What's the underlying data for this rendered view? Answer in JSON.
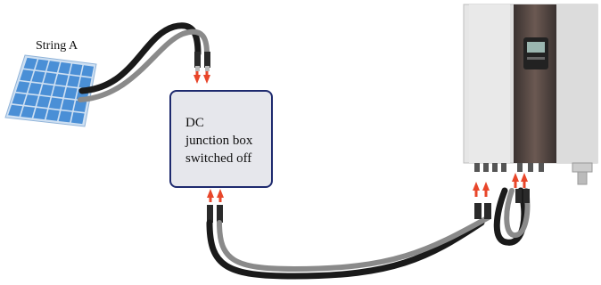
{
  "diagram": {
    "string_label": "String A",
    "junction_box": {
      "line1": "DC",
      "line2": "junction box",
      "line3": "switched off"
    },
    "colors": {
      "panel_cell": "#4a8fd6",
      "panel_frame": "#cfe0f2",
      "box_border": "#1e2a6e",
      "box_fill": "#e6e7ec",
      "arrow": "#e8462a",
      "cable_dark": "#1a1a1a",
      "cable_grey": "#8a8a8a",
      "inverter_body": "#d9d9d9",
      "inverter_front": "#5a4a44"
    }
  }
}
